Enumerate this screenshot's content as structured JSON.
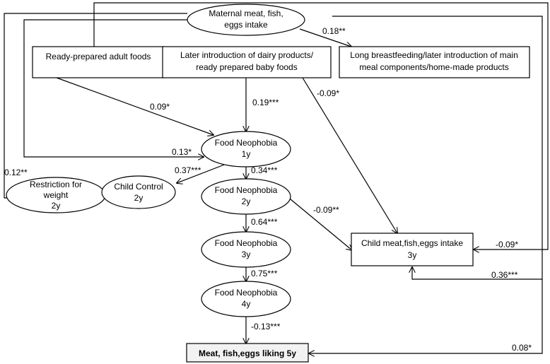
{
  "nodes": {
    "maternal": [
      "Maternal meat, fish,",
      "eggs intake"
    ],
    "ready_adult": [
      "Ready-prepared adult foods"
    ],
    "later_dairy": [
      "Later introduction of dairy products/",
      "ready prepared baby foods"
    ],
    "long_breast": [
      "Long breastfeeding/later introduction of main",
      "meal components/home-made products"
    ],
    "fn1": [
      "Food Neophobia",
      "1y"
    ],
    "fn2": [
      "Food Neophobia",
      "2y"
    ],
    "fn3": [
      "Food Neophobia",
      "3y"
    ],
    "fn4": [
      "Food Neophobia",
      "4y"
    ],
    "restriction": [
      "Restriction for",
      "weight",
      "2y"
    ],
    "child_control": [
      "Child Control",
      "2y"
    ],
    "child_meat": [
      "Child meat,fish,eggs intake",
      "3y"
    ],
    "liking": [
      "Meat, fish,eggs liking 5y"
    ]
  },
  "edges": {
    "maternal_long": "0.18**",
    "ready_fn1": "0.09*",
    "dairy_fn1": "0.19***",
    "dairy_child": "-0.09*",
    "maternal_fn1": "0.13*",
    "maternal_restriction": "0.12**",
    "fn1_control": "0.37***",
    "fn1_fn2": "0.34***",
    "fn2_child": "-0.09**",
    "fn2_fn3": "0.64***",
    "fn3_fn4": "0.75***",
    "fn4_liking": "-0.13***",
    "long_child": "-0.09*",
    "maternal_child": "0.36***",
    "maternal_liking": "0.08*"
  }
}
